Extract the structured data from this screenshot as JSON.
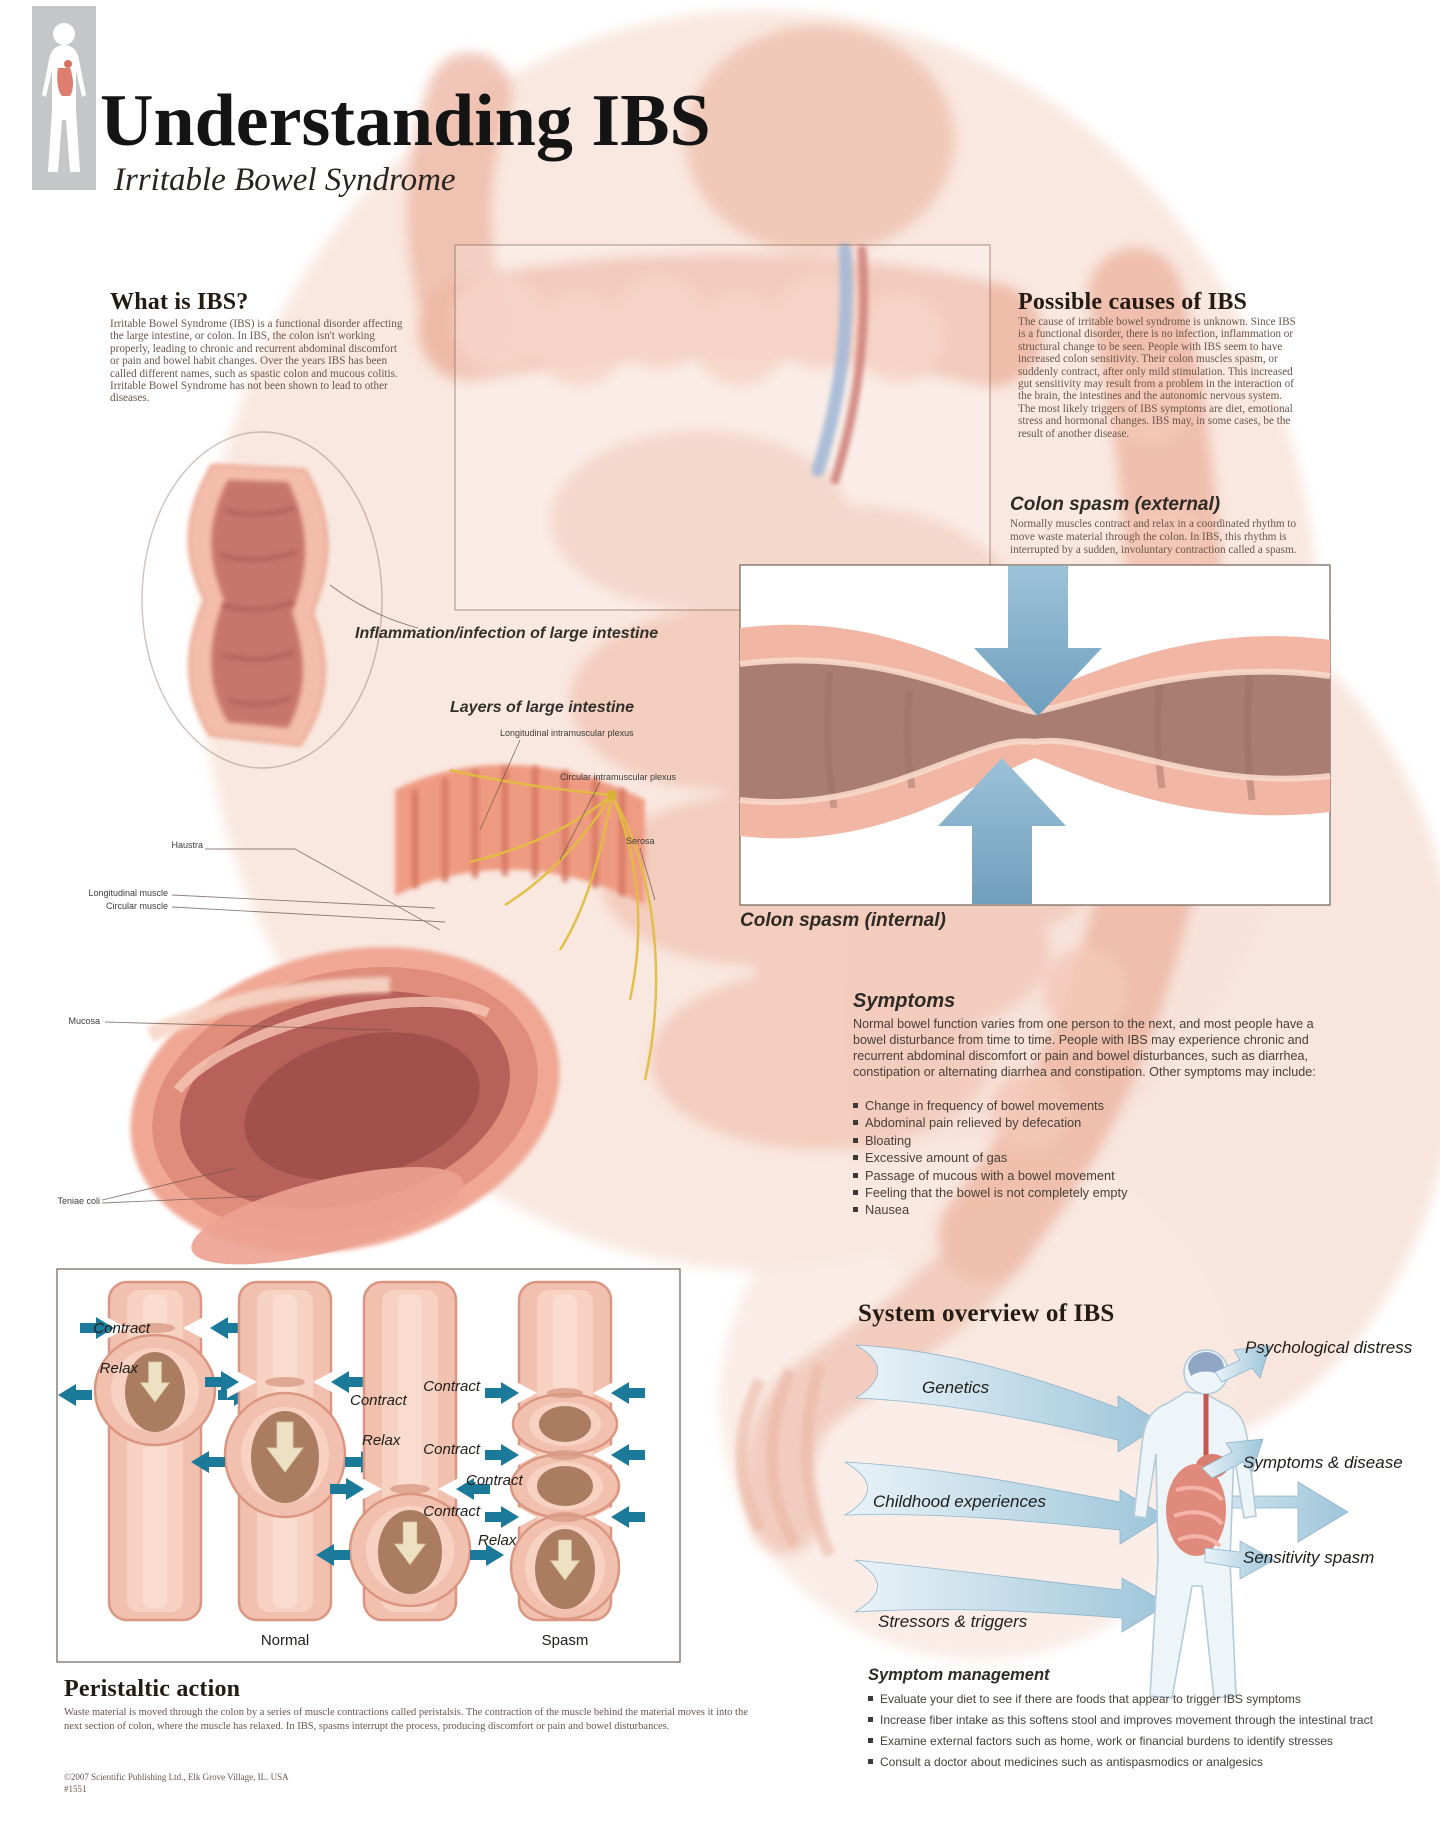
{
  "header": {
    "title": "Understanding IBS",
    "subtitle": "Irritable Bowel Syndrome"
  },
  "sections": {
    "what_is_ibs": {
      "heading": "What is IBS?",
      "body": "Irritable Bowel Syndrome (IBS) is a functional disorder affecting the large intestine, or colon. In IBS, the colon isn't working properly, leading to chronic and recurrent abdominal discomfort or pain and bowel habit changes. Over the years IBS has been called different names, such as spastic colon and mucous colitis. Irritable Bowel Syndrome has not been shown to lead to other diseases."
    },
    "possible_causes": {
      "heading": "Possible causes of IBS",
      "body": "The cause of irritable bowel syndrome is unknown. Since IBS is a functional disorder, there is no infection, inflammation or structural change to be seen. People with IBS seem to have increased colon sensitivity. Their colon muscles spasm, or suddenly contract, after only mild stimulation. This increased gut sensitivity may result from a problem in the interaction of the brain, the intestines and the autonomic nervous system. The most likely triggers of IBS symptoms are diet, emotional stress and hormonal changes. IBS may, in some cases, be the result of another disease."
    },
    "colon_spasm_external": {
      "heading": "Colon spasm (external)",
      "body": "Normally muscles contract and relax in a coordinated rhythm to move waste material through the colon. In IBS, this rhythm is interrupted by a sudden, involuntary contraction called a spasm."
    },
    "colon_spasm_internal": {
      "label": "Colon spasm (internal)"
    },
    "symptoms": {
      "heading": "Symptoms",
      "intro": "Normal bowel function varies from one person to the next, and most people have a bowel disturbance from time to time. People with IBS may experience chronic and recurrent abdominal discomfort or pain and bowel disturbances, such as diarrhea, constipation or alternating diarrhea and constipation. Other symptoms may include:",
      "bullets": [
        "Change in frequency of bowel movements",
        "Abdominal pain relieved by defecation",
        "Bloating",
        "Excessive amount of gas",
        "Passage of mucous with a bowel movement",
        "Feeling that the bowel is not completely empty",
        "Nausea"
      ]
    },
    "system_overview": {
      "heading": "System overview of IBS",
      "labels": {
        "psychological_distress": "Psychological distress",
        "genetics": "Genetics",
        "symptoms_disease": "Symptoms & disease",
        "childhood_experiences": "Childhood experiences",
        "sensitivity_spasm": "Sensitivity spasm",
        "stressors_triggers": "Stressors & triggers"
      }
    },
    "symptom_management": {
      "heading": "Symptom management",
      "bullets": [
        "Evaluate your diet to see if there are foods that appear to trigger IBS symptoms",
        "Increase fiber intake as this softens stool and improves movement through the intestinal tract",
        "Examine external factors such as home, work or financial burdens to identify stresses",
        "Consult a doctor about medicines such as antispasmodics or analgesics"
      ]
    },
    "peristaltic_action": {
      "heading": "Peristaltic action",
      "body": "Waste material is moved through the colon by a series of muscle contractions called peristalsis. The contraction of the muscle behind the material moves it into the next section of colon, where the muscle has relaxed. In IBS, spasms interrupt the process, producing discomfort or pain and bowel disturbances."
    }
  },
  "anatomy_labels": {
    "inflammation": "Inflammation/infection of large intestine",
    "layers": "Layers of large intestine",
    "longitudinal_plexus": "Longitudinal intramuscular plexus",
    "circular_plexus": "Circular intramuscular plexus",
    "serosa": "Serosa",
    "haustra": "Haustra",
    "longitudinal_muscle": "Longitudinal muscle",
    "circular_muscle": "Circular muscle",
    "mucosa": "Mucosa",
    "teniae_coli": "Teniae coli"
  },
  "peristalsis": {
    "contract": "Contract",
    "relax": "Relax",
    "normal": "Normal",
    "spasm": "Spasm"
  },
  "footer": {
    "copyright": "©2007 Scientific Publishing Ltd., Elk Grove Village, IL. USA",
    "item_number": "#1551"
  },
  "colors": {
    "teal_arrow": "#1b7a99",
    "steel_blue_arrow": "#7fa9c6",
    "flesh": "#f2c2b0",
    "wedge_blue": "#aecfe2",
    "serif_text": "#6b564a"
  }
}
